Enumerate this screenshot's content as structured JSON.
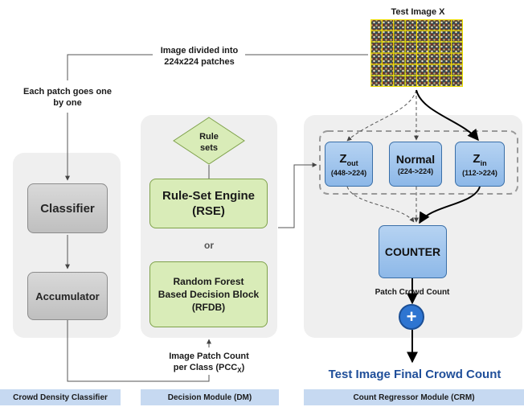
{
  "test_image_label": "Test Image X",
  "divided_label_1": "Image divided into",
  "divided_label_2": "224x224 patches",
  "each_patch_1": "Each patch goes one",
  "each_patch_2": "by one",
  "classifier": "Classifier",
  "accumulator": "Accumulator",
  "rule_sets_1": "Rule",
  "rule_sets_2": "sets",
  "rse_1": "Rule-Set Engine",
  "rse_2": "(RSE)",
  "or": "or",
  "rfdb_1": "Random Forest",
  "rfdb_2": "Based Decision Block",
  "rfdb_3": "(RFDB)",
  "patch_count_1": "Image Patch Count",
  "patch_count_2": "per Class (PCC",
  "patch_count_sub": "X",
  "patch_count_3": ")",
  "zout_main": "Z",
  "zout_sub": "out",
  "zout_size": "(448->224)",
  "normal_main": "Normal",
  "normal_size": "(224->224)",
  "zin_main": "Z",
  "zin_sub": "in",
  "zin_size": "(112->224)",
  "counter": "COUNTER",
  "patch_crowd_count": "Patch Crowd Count",
  "plus": "+",
  "final_count": "Test Image Final Crowd Count",
  "footer_cdc": "Crowd Density Classifier",
  "footer_dm": "Decision Module (DM)",
  "footer_crm": "Count Regressor Module (CRM)",
  "colors": {
    "panel": "#efefef",
    "grey_box": "#bfbfbf",
    "green_box": "#d9ecb8",
    "blue_box": "#8db8e8",
    "plus_circle": "#2e75d1",
    "footer": "#c6d9f1",
    "final_text": "#1f4e99"
  }
}
